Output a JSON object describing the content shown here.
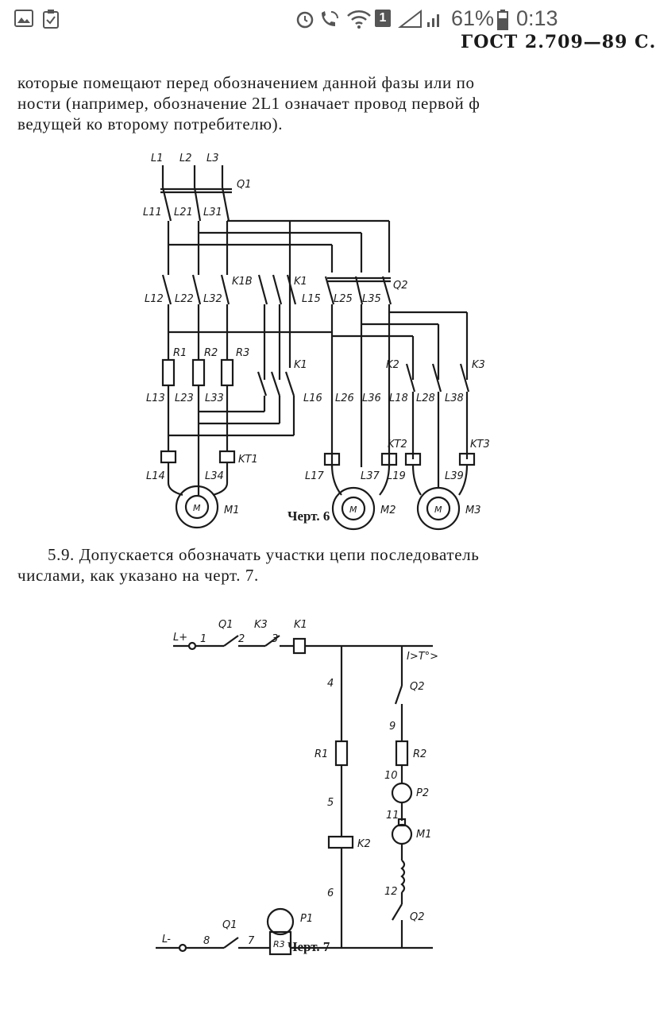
{
  "status_bar": {
    "battery_percent": "61%",
    "time": "0:13",
    "sim_badge": "1",
    "icons": [
      "gallery-icon",
      "clipboard-check-icon",
      "alarm-icon",
      "wifi-call-icon",
      "wifi-icon",
      "signal-icon",
      "battery-icon"
    ]
  },
  "document": {
    "header_clip": "ГОСТ 2.709—89 С.",
    "intro_lines": [
      "которые помещают перед обозначением данной фазы или по",
      "ности (например, обозначение 2L1 означает провод первой ф",
      "ведущей ко второму потребителю)."
    ],
    "figure6": {
      "caption": "Черт. 6",
      "labels": {
        "L1": "L1",
        "L2": "L2",
        "L3": "L3",
        "Q1": "Q1",
        "L11": "L11",
        "L21": "L21",
        "L31": "L31",
        "L12": "L12",
        "L22": "L22",
        "L32": "L32",
        "K1B": "K1B",
        "K1_top": "K1",
        "K1_mid": "K1",
        "L15": "L15",
        "L25": "L25",
        "L35": "L35",
        "Q2": "Q2",
        "R1": "R1",
        "R2": "R2",
        "R3": "R3",
        "K2": "K2",
        "K3": "K3",
        "L13": "L13",
        "L23": "L23",
        "L33": "L33",
        "L16": "L16",
        "L26": "L26",
        "L36": "L36",
        "L18": "L18",
        "L28": "L28",
        "L38": "L38",
        "KT1": "KT1",
        "KT2": "KT2",
        "KT3": "KT3",
        "L14": "L14",
        "L34": "L34",
        "L17": "L17",
        "L37": "L37",
        "L19": "L19",
        "L39": "L39",
        "M1": "M1",
        "M2": "M2",
        "M3": "M3",
        "motor_symbol": "M"
      }
    },
    "section_lines": [
      "5.9. Допускается обозначать участки цепи последователь",
      "числами, как указано на черт. 7."
    ],
    "figure7": {
      "caption": "Черт. 7",
      "labels": {
        "Lplus": "L+",
        "Lminus": "L-",
        "n1": "1",
        "n2": "2",
        "n3": "3",
        "n4": "4",
        "n5": "5",
        "n6": "6",
        "n7": "7",
        "n8": "8",
        "n9": "9",
        "n10": "10",
        "n11": "11",
        "n12": "12",
        "Q1a": "Q1",
        "Q1b": "Q1",
        "K3": "K3",
        "K1": "K1",
        "R1": "R1",
        "K2": "K2",
        "R2": "R2",
        "P2": "P2",
        "M1": "M1",
        "Q2a": "Q2",
        "Q2b": "Q2",
        "P1": "P1",
        "R3": "R3",
        "temp": "I>T°>"
      }
    }
  }
}
